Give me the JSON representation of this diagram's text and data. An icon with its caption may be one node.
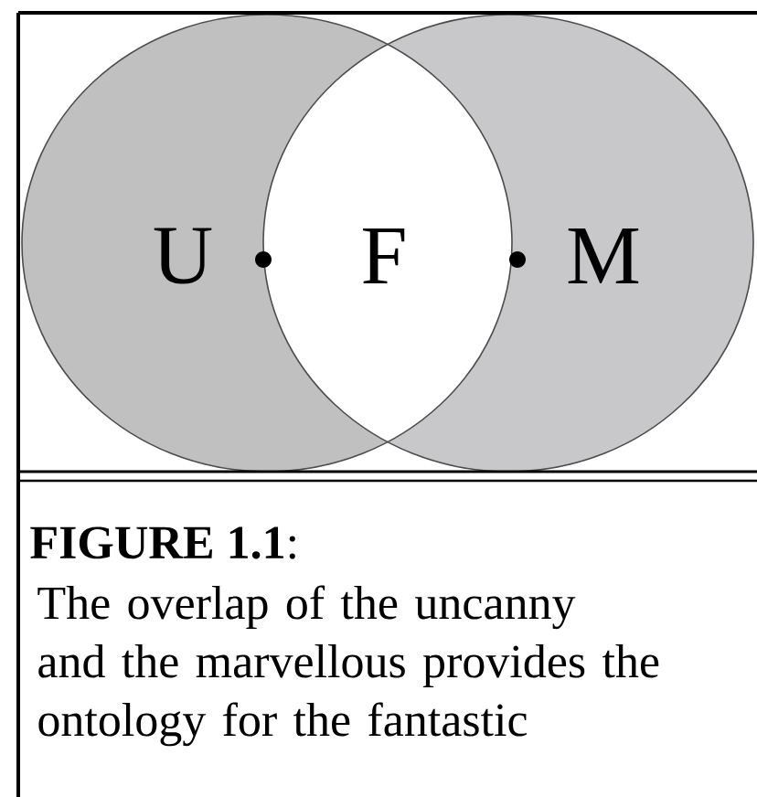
{
  "diagram": {
    "title": "**FIGURE 1.1**:",
    "caption": "The overlap of the uncanny and the marvellous provides the ontology for the fantastic",
    "nodes": [
      {
        "text": [
          "U"
        ]
      },
      {
        "text": [
          "M"
        ]
      }
    ],
    "edges": [],
    "labels": [
      "F"
    ]
  }
}
